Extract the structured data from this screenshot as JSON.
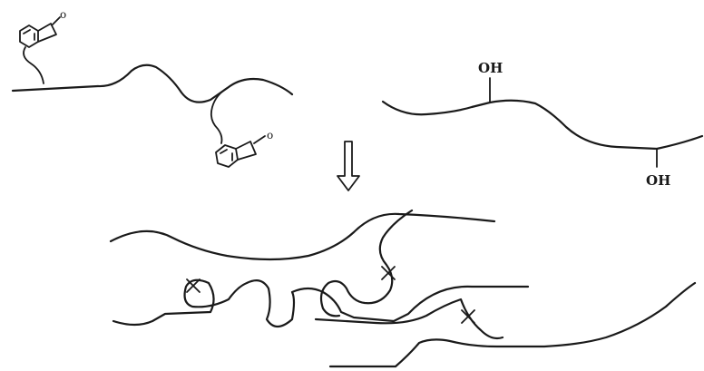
{
  "labels": {
    "hydroxyl_top": "OH",
    "hydroxyl_bottom": "OH",
    "ketone_o_top": "o",
    "ketone_o_bottom": "o"
  },
  "icons": {
    "arrow": "down-arrow-icon",
    "crosslink": "x"
  },
  "colors": {
    "ink": "#1a1a1a",
    "background": "#ffffff"
  }
}
